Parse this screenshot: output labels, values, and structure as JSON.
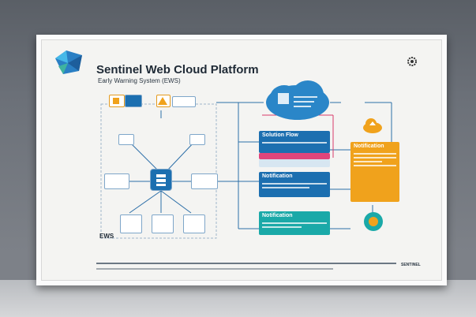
{
  "poster": {
    "title": "Sentinel Web Cloud Platform",
    "subtitle": "Early Warning System (EWS)",
    "corner_label": "EWS",
    "brand": "SENTINEL"
  },
  "panels": {
    "solution_flow": "Solution Flow",
    "notification_blue": "Notification",
    "notification_teal": "Notification",
    "notification_orange": "Notification"
  },
  "colors": {
    "frame": "#fbfbfb",
    "poster_bg": "#f4f4f2",
    "blue_panel": "#1c6fb0",
    "pink_bar": "#e0457b",
    "teal_panel": "#1aa9a8",
    "orange_panel": "#f0a21c",
    "cloud": "#2a86c8",
    "connector": "#2d6fa8"
  },
  "icons": [
    "logo-icon",
    "gear-icon",
    "cloud-icon",
    "server-icon",
    "sensor-icon",
    "database-icon",
    "alert-icon",
    "cloud-upload-icon"
  ]
}
